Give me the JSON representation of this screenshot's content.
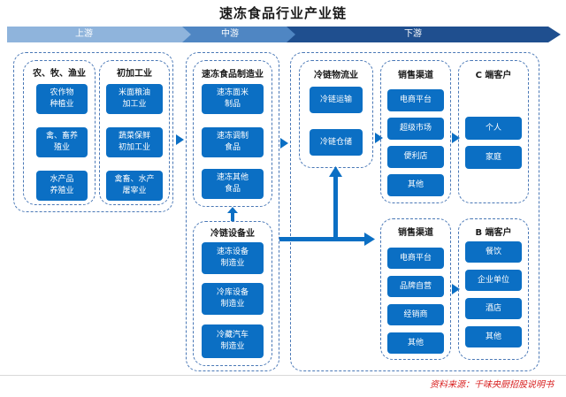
{
  "title": "速冻食品行业产业链",
  "stages": {
    "upstream": "上游",
    "midstream": "中游",
    "downstream": "下游"
  },
  "groups": {
    "agri": {
      "title": "农、牧、渔业",
      "items": [
        "农作物\n种植业",
        "禽、畜养\n殖业",
        "水产品\n养殖业"
      ]
    },
    "primary": {
      "title": "初加工业",
      "items": [
        "米面粮油\n加工业",
        "蔬菜保鲜\n初加工业",
        "禽畜、水产\n屠宰业"
      ]
    },
    "frozen": {
      "title": "速冻食品制造业",
      "items": [
        "速冻面米\n制品",
        "速冻调制\n食品",
        "速冻其他\n食品"
      ]
    },
    "coldequip": {
      "title": "冷链设备业",
      "items": [
        "速冻设备\n制造业",
        "冷库设备\n制造业",
        "冷藏汽车\n制造业"
      ]
    },
    "logistics": {
      "title": "冷链物流业",
      "items": [
        "冷链运输",
        "冷链仓储"
      ]
    },
    "channel_c": {
      "title": "销售渠道",
      "items": [
        "电商平台",
        "超级市场",
        "便利店",
        "其他"
      ]
    },
    "customer_c": {
      "title": "C 端客户",
      "items": [
        "个人",
        "家庭"
      ]
    },
    "channel_b": {
      "title": "销售渠道",
      "items": [
        "电商平台",
        "品牌自营",
        "经销商",
        "其他"
      ]
    },
    "customer_b": {
      "title": "B 端客户",
      "items": [
        "餐饮",
        "企业单位",
        "酒店",
        "其他"
      ]
    }
  },
  "source": "资料来源：千味央厨招股说明书",
  "colors": {
    "box": "#0b6fc4",
    "dash": "#4a78b6",
    "banner_light": "#8fb4dc",
    "banner_mid": "#4f86c3",
    "banner_dark": "#1f4f8f",
    "source": "#d81e1e"
  }
}
